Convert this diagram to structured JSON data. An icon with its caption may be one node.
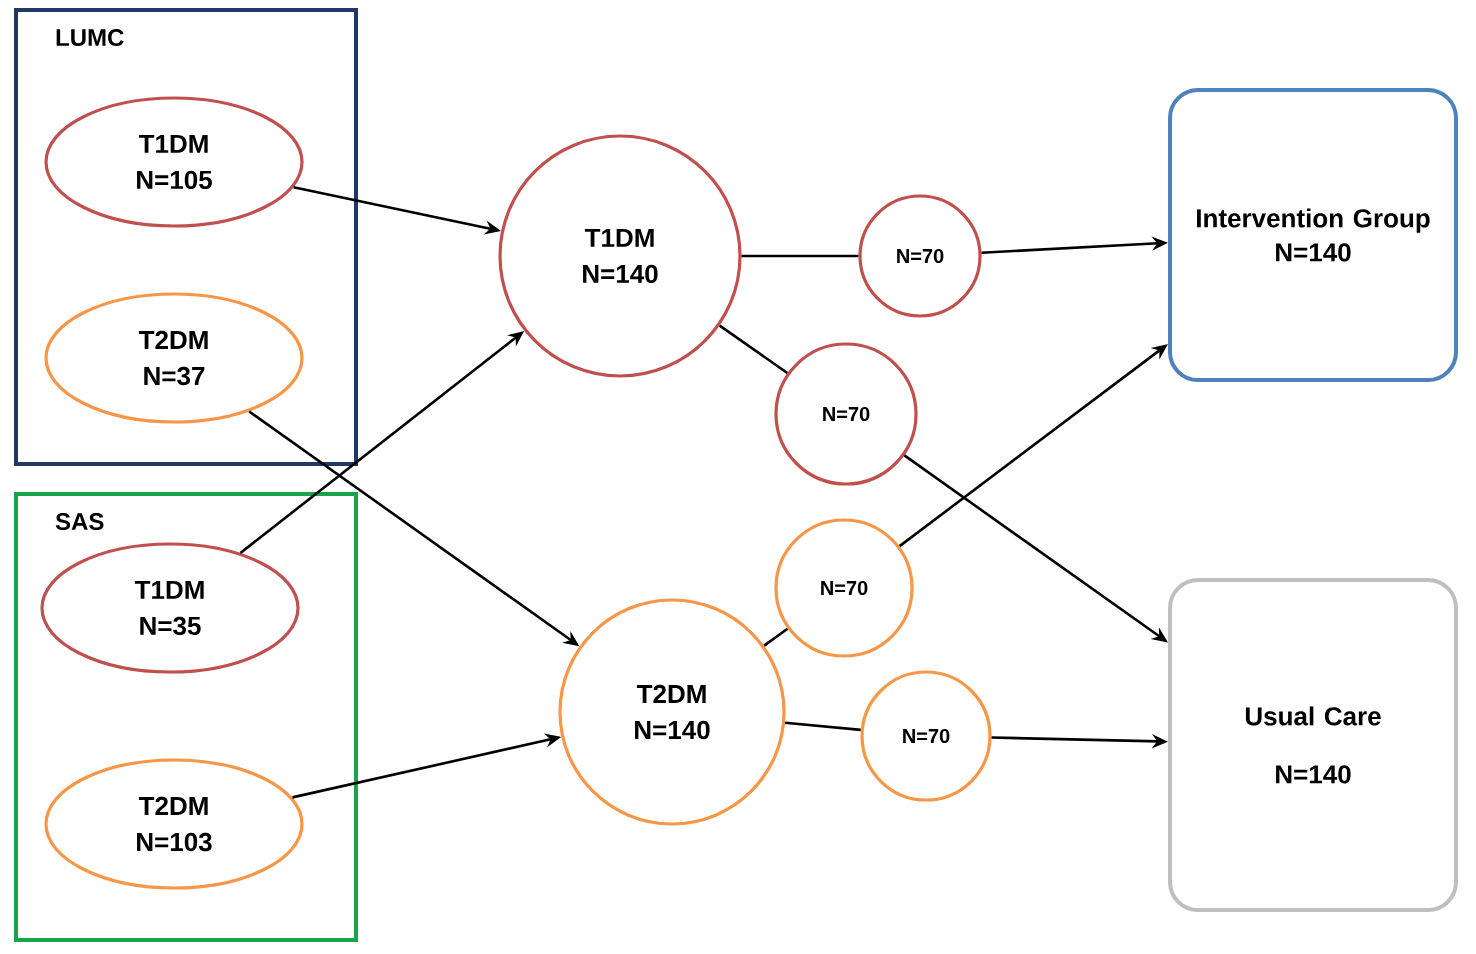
{
  "diagram": {
    "nodes": [
      {
        "text": [
          "LUMC"
        ]
      },
      {
        "text": [
          "T1DM N=105"
        ],
        "in": 0
      },
      {
        "text": [
          "T2DM N=37"
        ],
        "in": 0
      },
      {
        "text": [
          "SAS"
        ]
      },
      {
        "text": [
          "T1DM N=35"
        ],
        "in": 3
      },
      {
        "text": [
          "T2DM N=103"
        ],
        "in": 3
      },
      {
        "text": [
          "T1DM N=140"
        ]
      },
      {
        "text": [
          "T2DM N=140"
        ]
      },
      {
        "text": [
          "N=70"
        ]
      },
      {
        "text": [
          "N=70"
        ]
      },
      {
        "text": [
          "N=70"
        ]
      },
      {
        "text": [
          "N=70"
        ]
      },
      {
        "text": [
          "Intervention Group",
          "N=140"
        ]
      },
      {
        "text": [
          "Usual Care",
          "N=140"
        ]
      }
    ],
    "edges": [
      {
        "from": 1,
        "to": 6,
        "arrow": "to"
      },
      {
        "from": 2,
        "to": 7,
        "arrow": "to"
      },
      {
        "from": 4,
        "to": 6,
        "arrow": "to"
      },
      {
        "from": 5,
        "to": 7,
        "arrow": "to"
      },
      {
        "from": 6,
        "to": 8,
        "arrow": "none"
      },
      {
        "from": 8,
        "to": 12,
        "arrow": "to"
      },
      {
        "from": 6,
        "to": 9,
        "arrow": "none"
      },
      {
        "from": 9,
        "to": 13,
        "arrow": "to"
      },
      {
        "from": 7,
        "to": 10,
        "arrow": "none"
      },
      {
        "from": 10,
        "to": 12,
        "arrow": "to"
      },
      {
        "from": 7,
        "to": 11,
        "arrow": "none"
      },
      {
        "from": 11,
        "to": 13,
        "arrow": "to"
      }
    ]
  }
}
